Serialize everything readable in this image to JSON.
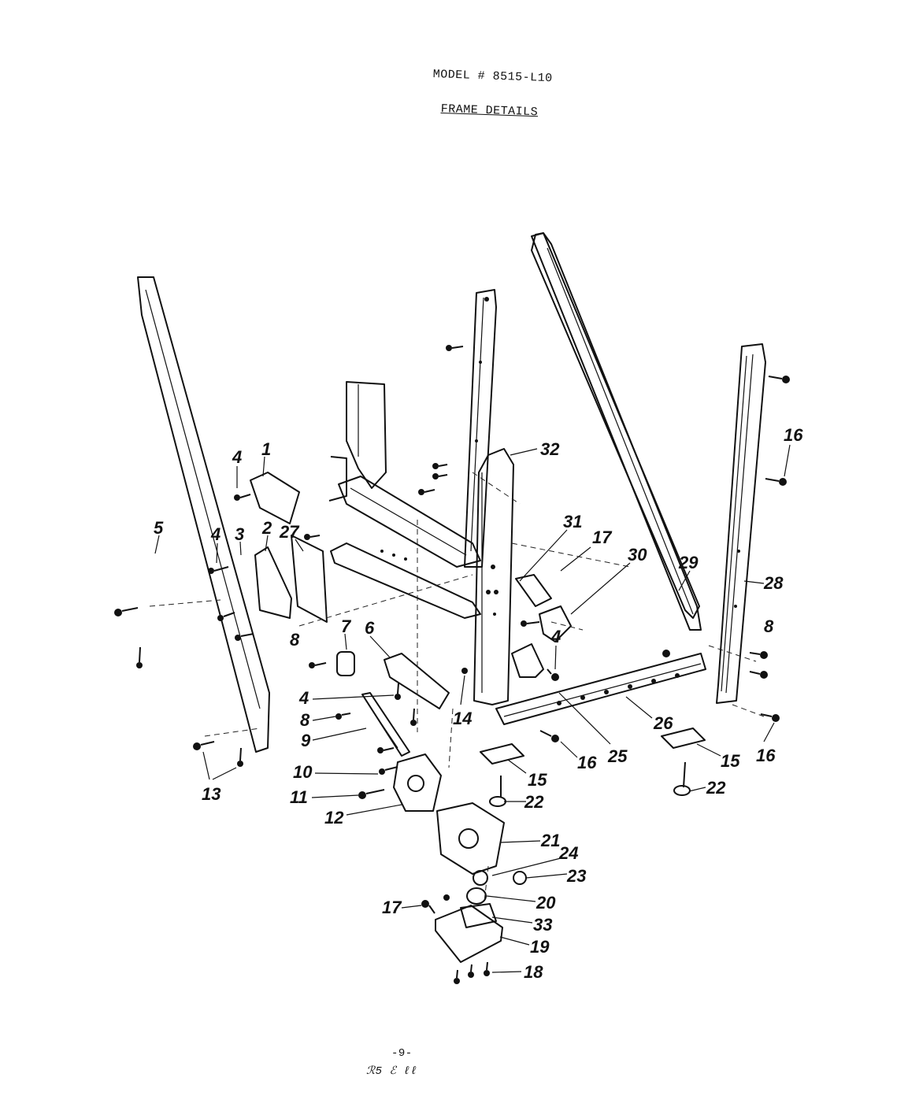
{
  "header": {
    "model": "MODEL # 8515-L10",
    "section": "FRAME DETAILS"
  },
  "footer": {
    "page": "-9-",
    "scribble": "ℛ5 ℰ ℓℓ"
  },
  "callouts": [
    "1",
    "2",
    "3",
    "4",
    "4",
    "4",
    "4",
    "5",
    "6",
    "7",
    "8",
    "8",
    "8",
    "9",
    "10",
    "11",
    "12",
    "13",
    "14",
    "15",
    "15",
    "16",
    "16",
    "16",
    "17",
    "17",
    "18",
    "19",
    "20",
    "21",
    "22",
    "22",
    "23",
    "24",
    "25",
    "26",
    "27",
    "28",
    "29",
    "30",
    "31",
    "32",
    "33"
  ]
}
